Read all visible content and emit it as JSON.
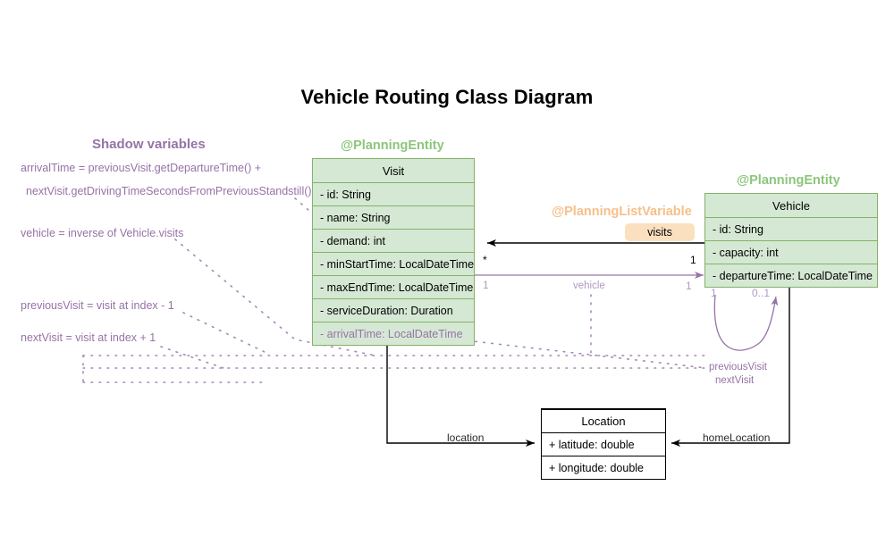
{
  "page": {
    "title": "Vehicle Routing Class Diagram",
    "background": "#ffffff"
  },
  "colors": {
    "entity_fill": "#d5e8d4",
    "entity_border": "#82b366",
    "stereotype_green": "#8cc67b",
    "stereotype_orange": "#f5c08a",
    "shadow_purple": "#9673a6",
    "shadow_purple_light": "#b09ac4",
    "chip_fill": "#fbe0c0",
    "plain_border": "#000000"
  },
  "shadow_section": {
    "heading": "Shadow variables",
    "notes": [
      "arrivalTime = previousVisit.getDepartureTime() +",
      "nextVisit.getDrivingTimeSecondsFromPreviousStandstill()",
      "vehicle = inverse of Vehicle.visits",
      "previousVisit = visit at index - 1",
      "nextVisit = visit at index + 1"
    ]
  },
  "classes": {
    "visit": {
      "stereotype": "@PlanningEntity",
      "name": "Visit",
      "attributes": [
        {
          "text": "- id: String",
          "shadow": false
        },
        {
          "text": "- name: String",
          "shadow": false
        },
        {
          "text": "- demand: int",
          "shadow": false
        },
        {
          "text": "- minStartTime: LocalDateTime",
          "shadow": false
        },
        {
          "text": "- maxEndTime: LocalDateTime",
          "shadow": false
        },
        {
          "text": "- serviceDuration: Duration",
          "shadow": false
        },
        {
          "text": "- arrivalTime: LocalDateTime",
          "shadow": true
        }
      ]
    },
    "vehicle": {
      "stereotype": "@PlanningEntity",
      "name": "Vehicle",
      "attributes": [
        {
          "text": "- id: String",
          "shadow": false
        },
        {
          "text": "- capacity: int",
          "shadow": false
        },
        {
          "text": "- departureTime: LocalDateTime",
          "shadow": false
        }
      ]
    },
    "location": {
      "name": "Location",
      "attributes": [
        {
          "text": "+ latitude: double",
          "shadow": false
        },
        {
          "text": "+ longitude: double",
          "shadow": false
        }
      ]
    }
  },
  "annotations": {
    "planning_list_variable": "@PlanningListVariable",
    "visits_chip": "visits"
  },
  "edges": {
    "visits": {
      "label": "visits",
      "source_multiplicity": "1",
      "target_multiplicity": "*"
    },
    "vehicle": {
      "label": "vehicle",
      "source_multiplicity": "1",
      "target_multiplicity": "1"
    },
    "previous_visit": {
      "label": "previousVisit"
    },
    "next_visit": {
      "label": "nextVisit"
    },
    "vehicle_self": {
      "source_multiplicity": "1",
      "target_multiplicity": "0..1"
    },
    "location": {
      "label": "location"
    },
    "home_location": {
      "label": "homeLocation"
    }
  }
}
